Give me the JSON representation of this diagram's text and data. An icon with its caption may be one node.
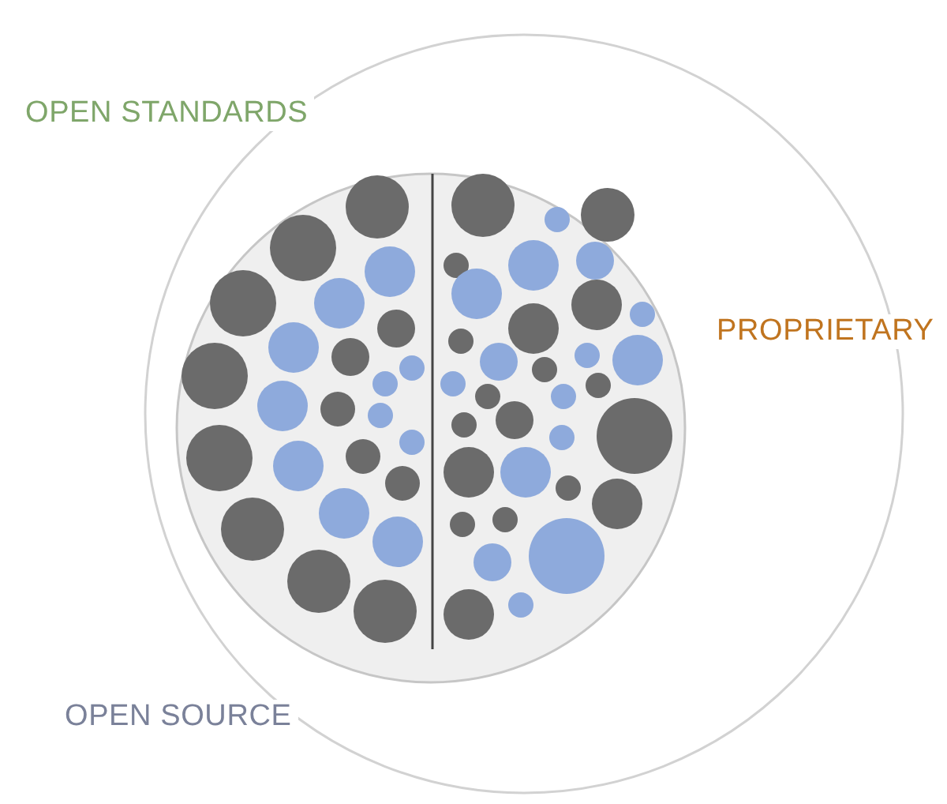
{
  "diagram": {
    "labels": [
      "OPEN STANDARDS",
      "PROPRIETARY",
      "OPEN SOURCE"
    ]
  }
}
